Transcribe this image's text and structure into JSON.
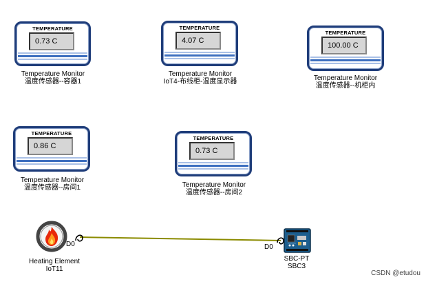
{
  "monitors": [
    {
      "title": "TEMPERATURE",
      "value": "0.73 C",
      "name": "Temperature Monitor",
      "subtitle": "温度传感器--容器1"
    },
    {
      "title": "TEMPERATURE",
      "value": "4.07 C",
      "name": "Temperature Monitor",
      "subtitle": "IoT4-布线柜-温度显示器"
    },
    {
      "title": "TEMPERATURE",
      "value": "100.00 C",
      "name": "Temperature Monitor",
      "subtitle": "温度传感器--机柜内"
    },
    {
      "title": "TEMPERATURE",
      "value": "0.86 C",
      "name": "Temperature Monitor",
      "subtitle": "温度传感器--房间1"
    },
    {
      "title": "TEMPERATURE",
      "value": "0.73 C",
      "name": "Temperature Monitor",
      "subtitle": "温度传感器--房间2"
    }
  ],
  "heating_element": {
    "name": "Heating Element",
    "subtitle": "IoT11",
    "port": "D0",
    "icon": "flame-icon"
  },
  "sbc": {
    "name": "SBC-PT",
    "subtitle": "SBC3",
    "port": "D0",
    "icon": "circuit-board-icon"
  },
  "connection": {
    "color": "#8b8b00"
  },
  "watermark": "CSDN @etudou"
}
